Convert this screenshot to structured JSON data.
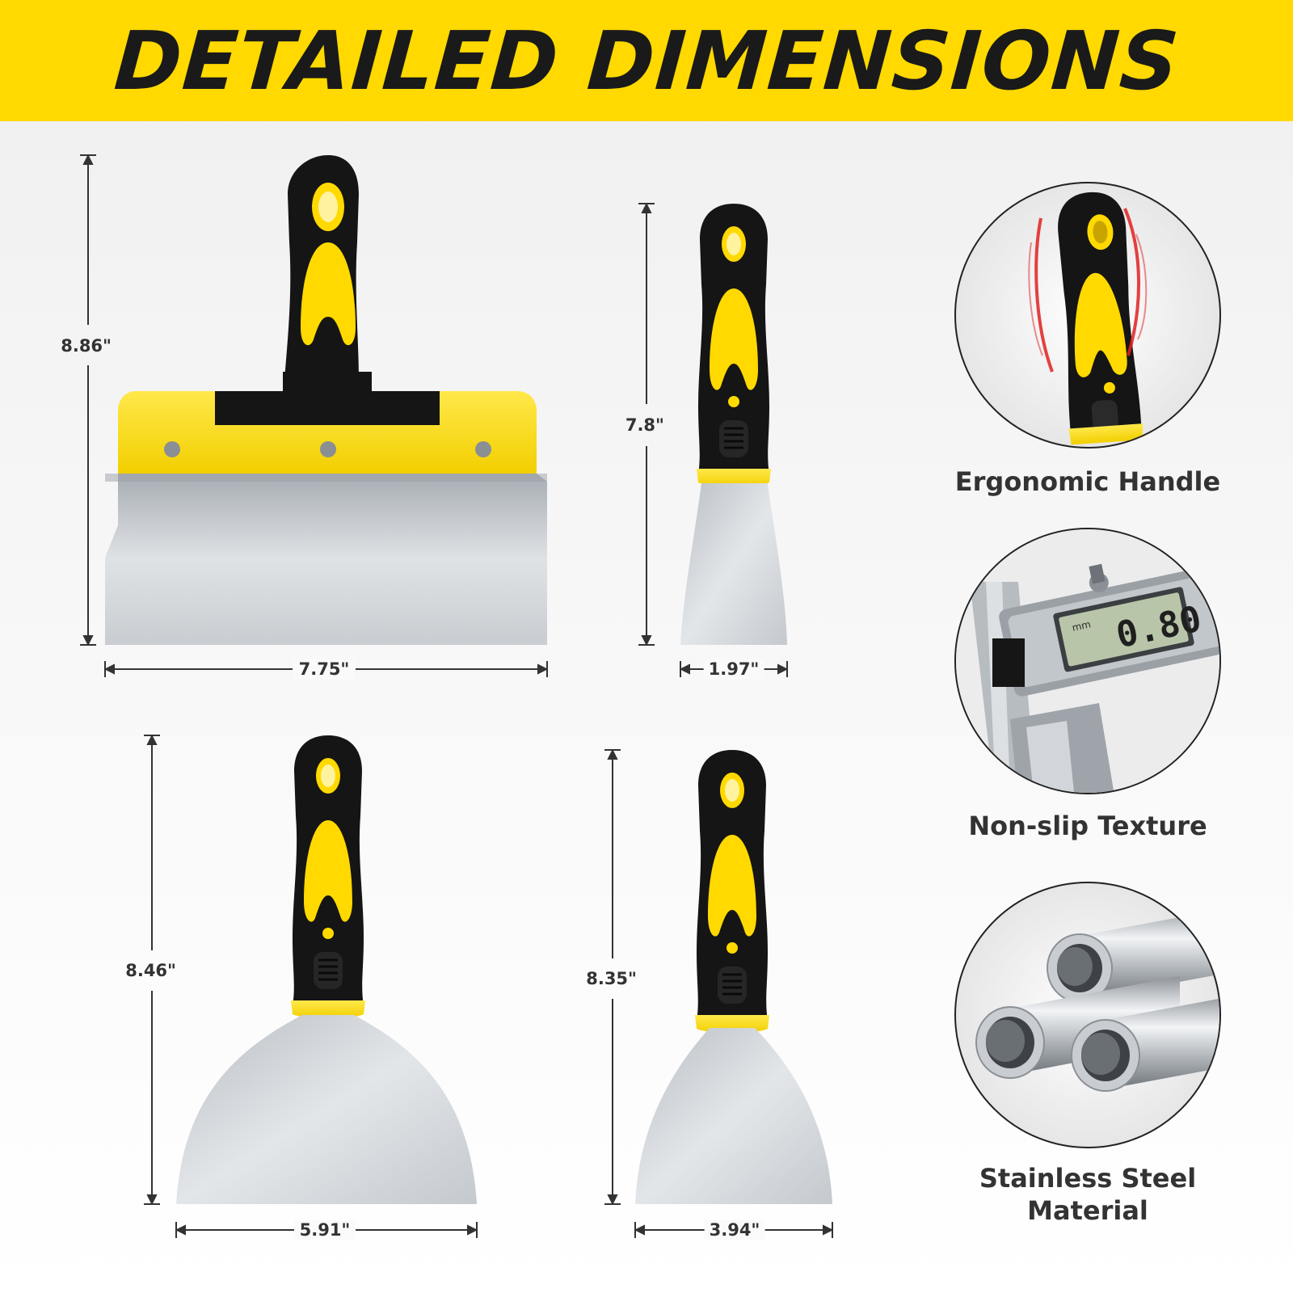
{
  "banner": {
    "title": "DETAILED DIMENSIONS"
  },
  "tools": [
    {
      "name": "wide-scraper",
      "height": "8.86\"",
      "width": "7.75\""
    },
    {
      "name": "narrow-putty-knife",
      "height": "7.8\"",
      "width": "1.97\""
    },
    {
      "name": "flexible-putty-knife-large",
      "height": "8.46\"",
      "width": "5.91\""
    },
    {
      "name": "flexible-putty-knife-medium",
      "height": "8.35\"",
      "width": "3.94\""
    }
  ],
  "features": [
    {
      "label": "Ergonomic Handle"
    },
    {
      "label": "Non-slip Texture",
      "caliper_unit": "mm",
      "caliper_reading": "0.80"
    },
    {
      "label": "Stainless Steel Material"
    }
  ],
  "colors": {
    "accent": "#ffd900",
    "handle": "#151515",
    "steel": "#c9ced3"
  }
}
